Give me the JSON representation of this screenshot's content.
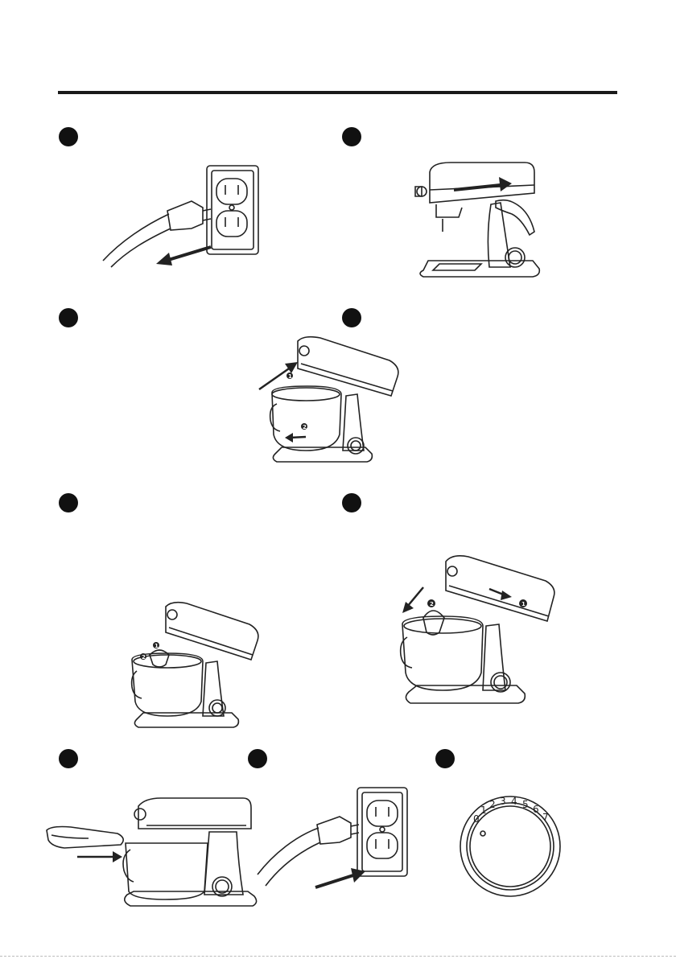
{
  "page": {
    "steps": [
      {
        "id": "step-1",
        "illustration": "unplug-cord-from-outlet"
      },
      {
        "id": "step-2",
        "illustration": "slide-tilt-lever"
      },
      {
        "id": "step-3",
        "illustration": "tilt-head-and-remove-bowl"
      },
      {
        "id": "step-4",
        "illustration": "empty"
      },
      {
        "id": "step-5",
        "illustration": "attach-whisk"
      },
      {
        "id": "step-6",
        "illustration": "lower-head-with-whisk"
      },
      {
        "id": "step-7",
        "illustration": "attach-splash-guard"
      },
      {
        "id": "step-8",
        "illustration": "plug-cord-into-outlet"
      },
      {
        "id": "step-9",
        "illustration": "speed-dial"
      }
    ],
    "callouts": {
      "one": "1",
      "two": "2"
    },
    "speed_dial": {
      "numbers": [
        "0",
        "1",
        "2",
        "3",
        "4",
        "5",
        "6",
        "7"
      ]
    }
  }
}
